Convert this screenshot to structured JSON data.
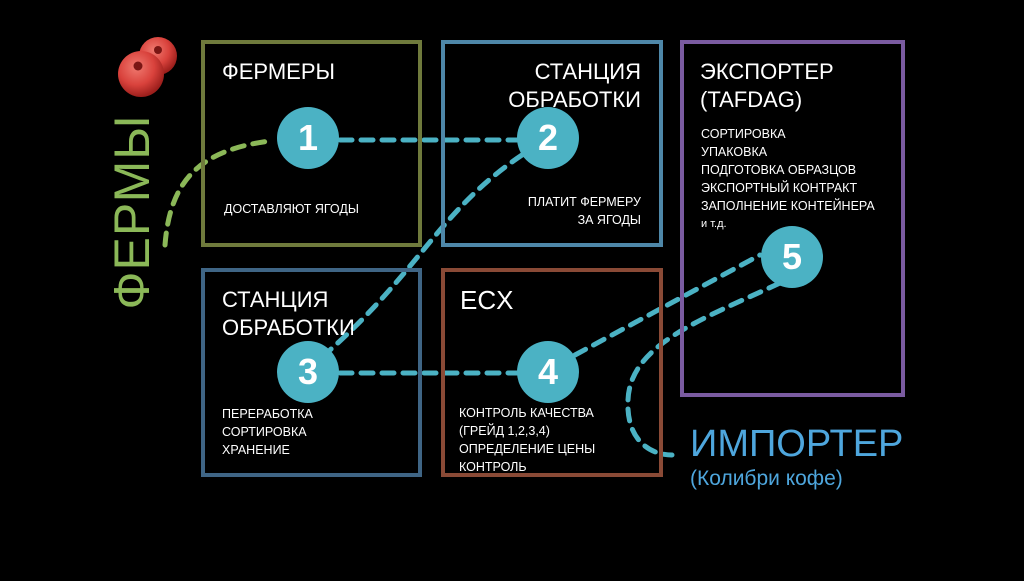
{
  "colors": {
    "background": "#000000",
    "green": "#8bb858",
    "olive": "#6f7a3c",
    "steel_blue": "#4e87a8",
    "slate_blue": "#3f6585",
    "brown": "#8a4a36",
    "purple": "#7a5ba0",
    "teal": "#4bb2c4",
    "importer_blue": "#4ea6dd",
    "berry_red": "#d9423c"
  },
  "farms": {
    "label": "ФЕРМЫ",
    "icon": "berries-icon"
  },
  "boxes": {
    "farmers": {
      "title": [
        "ФЕРМЕРЫ"
      ],
      "desc": [
        "ДОСТАВЛЯЮТ ЯГОДЫ"
      ]
    },
    "station_top": {
      "title": [
        "СТАНЦИЯ",
        "ОБРАБОТКИ"
      ],
      "desc": [
        "ПЛАТИТ ФЕРМЕРУ",
        "ЗА ЯГОДЫ"
      ]
    },
    "exporter": {
      "title": [
        "ЭКСПОРТЕР",
        "(TAFDAG)"
      ],
      "desc": [
        "СОРТИРОВКА",
        "УПАКОВКА",
        "ПОДГОТОВКА ОБРАЗЦОВ",
        "ЭКСПОРТНЫЙ КОНТРАКТ",
        "ЗАПОЛНЕНИЕ КОНТЕЙНЕРА",
        "и т.д."
      ]
    },
    "station_bottom": {
      "title": [
        "СТАНЦИЯ",
        "ОБРАБОТКИ"
      ],
      "desc": [
        "ПЕРЕРАБОТКА",
        "СОРТИРОВКА",
        "ХРАНЕНИЕ"
      ]
    },
    "ecx": {
      "title": [
        "ECX"
      ],
      "desc": [
        "КОНТРОЛЬ КАЧЕСТВА",
        "(ГРЕЙД 1,2,3,4)",
        "ОПРЕДЕЛЕНИЕ ЦЕНЫ",
        "КОНТРОЛЬ"
      ]
    }
  },
  "steps": [
    "1",
    "2",
    "3",
    "4",
    "5"
  ],
  "importer": {
    "title": "ИМПОРТЕР",
    "subtitle": "(Колибри кофе)"
  }
}
